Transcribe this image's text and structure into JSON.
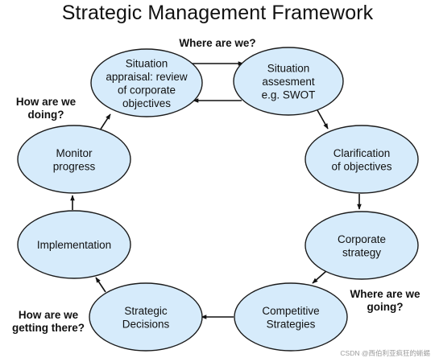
{
  "title": "Strategic Management Framework",
  "nodes": {
    "situation_appraisal": [
      "Situation",
      "appraisal: review",
      "of corporate",
      "objectives"
    ],
    "situation_assessment": [
      "Situation",
      "assesment",
      "e.g. SWOT"
    ],
    "clarification": [
      "Clarification",
      "of objectives"
    ],
    "corporate_strategy": [
      "Corporate",
      "strategy"
    ],
    "competitive_strategies": [
      "Competitive",
      "Strategies"
    ],
    "strategic_decisions": [
      "Strategic",
      "Decisions"
    ],
    "implementation": [
      "Implementation"
    ],
    "monitor_progress": [
      "Monitor",
      "progress"
    ]
  },
  "questions": {
    "where_are_we": [
      "Where are we?"
    ],
    "how_are_we_doing": [
      "How are we",
      "doing?"
    ],
    "where_are_we_going": [
      "Where are we",
      "going?"
    ],
    "how_are_we_getting_there": [
      "How are we",
      "getting there?"
    ]
  },
  "watermark": "CSDN @西伯利亚疯狂的蜥蜴",
  "colors": {
    "node_fill": "#d6ebfb",
    "node_stroke": "#1b1b1b",
    "arrow": "#111111"
  }
}
